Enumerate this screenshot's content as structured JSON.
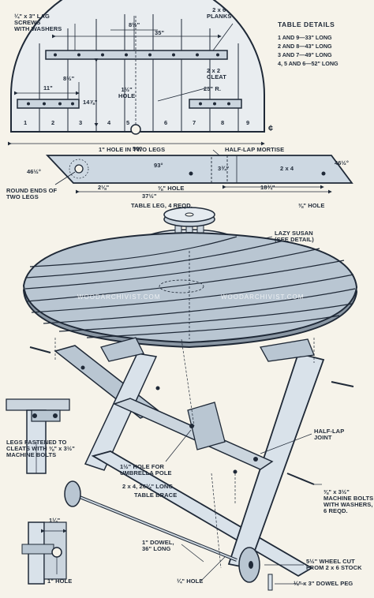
{
  "colors": {
    "ink": "#1f2937",
    "wood": "#d9e2ea",
    "wood_dark": "#a9b6c3",
    "paper": "#f6f3ea",
    "shadow": "#7f8a96"
  },
  "top_view": {
    "lag_screws": "¼\" x 3\" LAG SCREWS\nWITH WASHERS",
    "planks": "2 x 6\nPLANKS",
    "dim_8_half": "8½\"",
    "dim_35": "35\"",
    "dim_8_half_left": "8½\"",
    "dim_11": "11\"",
    "dim_14_7_8": "14⅞\"",
    "hole": "1½\"\nHOLE",
    "cleat": "2 x 2\nCLEAT",
    "radius": "25\" R.",
    "dim_50": "50\"",
    "centerline": "¢",
    "plank_numbers": [
      "1",
      "2",
      "3",
      "4",
      "5",
      "6",
      "7",
      "8",
      "9"
    ]
  },
  "table_details": {
    "title": "TABLE DETAILS",
    "lines": [
      "1 AND 9—33\" LONG",
      "2 AND 8—43\" LONG",
      "3 AND 7—49\" LONG",
      "4, 5 AND 6—52\" LONG"
    ]
  },
  "leg_view": {
    "hole_two_legs": "1\" HOLE IN TWO LEGS",
    "half_lap": "HALF-LAP MORTISE",
    "angle_left": "46½°",
    "angle_right": "46½°",
    "angle_93": "93°",
    "dim_3_3_4": "3¾\"",
    "stock": "2 x 4",
    "round_ends": "ROUND ENDS OF\nTWO LEGS",
    "dim_2_1_8": "2⅛\"",
    "hole_3_8_a": "⅜\" HOLE",
    "dim_18_3_4": "18¾\"",
    "dim_37_1_2": "37½\"",
    "table_leg": "TABLE LEG, 4 REQD.",
    "hole_3_8_b": "⅜\" HOLE"
  },
  "assembly": {
    "lazy_susan": "LAZY SUSAN\n(SEE DETAIL)",
    "legs_fastened": "LEGS FASTENED TO\nCLEATS WITH ⅜\" x 3½\"\nMACHINE BOLTS",
    "half_lap_joint": "HALF-LAP\nJOINT",
    "umbrella_hole": "1½\" HOLE FOR\nUMBRELLA POLE",
    "brace_dims": "2 x 4, 26¼\" LONG",
    "table_brace": "TABLE BRACE",
    "machine_bolts": "⅜\" x 3½\"\nMACHINE BOLTS\nWITH WASHERS,\n6 REQD.",
    "dim_1_1_4": "1¼\"",
    "one_hole": "1\" HOLE",
    "dowel": "1\" DOWEL,\n36\" LONG",
    "quarter_hole": "¼\" HOLE",
    "wheel": "5½\" WHEEL CUT\nFROM 2 x 6 STOCK",
    "dowel_peg": "¼\" x 3\" DOWEL PEG"
  },
  "watermark": "WOODARCHIVIST.COM"
}
